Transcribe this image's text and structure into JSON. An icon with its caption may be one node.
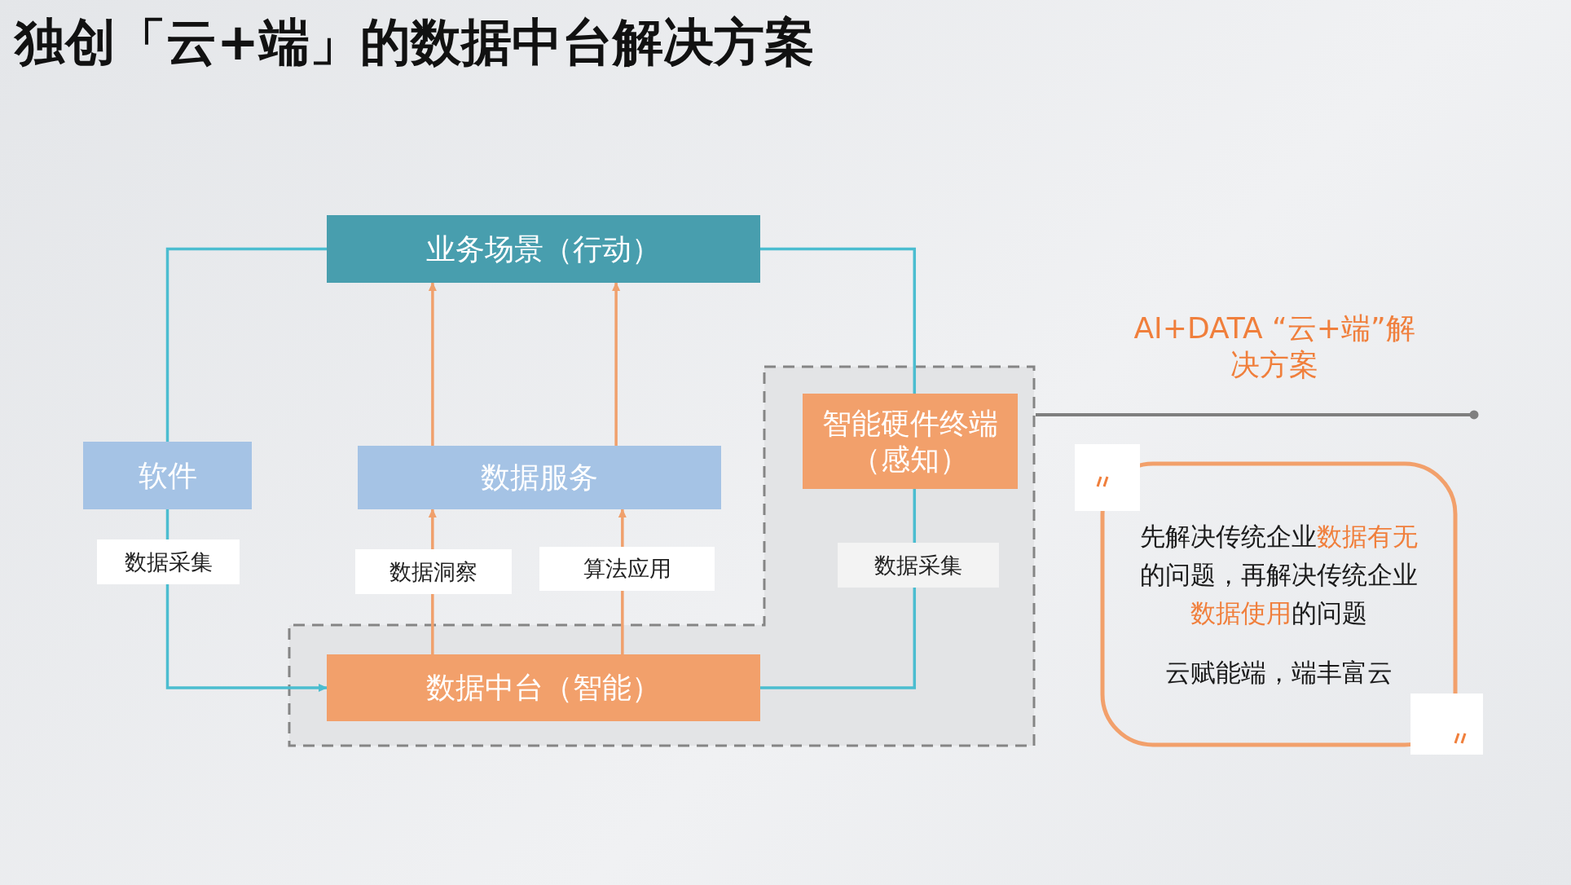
{
  "diagram": {
    "title": "独创「云+端」的数据中台解决方案",
    "nodes": [
      {
        "text": [
          "业务场景（行动）"
        ]
      },
      {
        "text": [
          "软件"
        ]
      },
      {
        "text": [
          "数据服务"
        ]
      },
      {
        "text": [],
        "shape": "box"
      },
      {
        "text": [
          "智能硬件终端（感知）"
        ],
        "in": 3
      },
      {
        "text": [
          "数据中台（智能）"
        ],
        "in": 3
      },
      {
        "text": [
          "先解决传统企业**数据有无**的问题，再解决传统企业**数据使用**的问题",
          "云赋能端，端丰富云"
        ]
      }
    ],
    "edges": [
      {
        "from": 0,
        "to": 1,
        "arrow": "none",
        "color": "#4bbdd0"
      },
      {
        "from": 1,
        "to": 5,
        "arrow": "to",
        "label": "数据采集",
        "color": "#4bbdd0"
      },
      {
        "from": 5,
        "to": 2,
        "arrow": "to",
        "label": "数据洞察",
        "color": "#f0a06c"
      },
      {
        "from": 5,
        "to": 2,
        "arrow": "to",
        "label": "算法应用",
        "color": "#f0a06c"
      },
      {
        "from": 2,
        "to": 0,
        "arrow": "to",
        "color": "#f0a06c"
      },
      {
        "from": 2,
        "to": 0,
        "arrow": "to",
        "color": "#f0a06c"
      },
      {
        "from": 0,
        "to": 4,
        "arrow": "none",
        "color": "#4bbdd0"
      },
      {
        "from": 4,
        "to": 5,
        "arrow": "none",
        "label": "数据采集",
        "color": "#4bbdd0"
      },
      {
        "from": 3,
        "to": null,
        "arrow": "other",
        "color": "#7f7f7f"
      }
    ],
    "labels": [
      "AI+DATA “云+端”解决方案"
    ]
  }
}
